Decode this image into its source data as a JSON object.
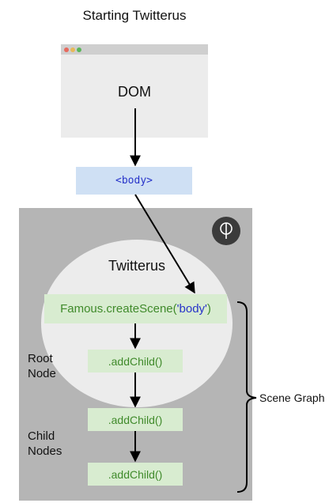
{
  "title": "Starting Twitterus",
  "browser": {
    "label": "DOM"
  },
  "body_tag": "<body>",
  "famous": {
    "logo": "famous-logo-icon",
    "app_name": "Twitterus",
    "create_scene": {
      "prefix": "Famous.createScene(",
      "arg": "'body'",
      "suffix": ")"
    },
    "children": [
      ".addChild()",
      ".addChild()",
      ".addChild()"
    ],
    "root_node_label": "Root\nNode",
    "child_nodes_label": "Child\nNodes"
  },
  "scene_graph_label": "Scene Graph",
  "colors": {
    "dom_background": "#ececec",
    "body_box": "#cfe0f4",
    "code_blue": "#2733c9",
    "famous_panel": "#b5b5b5",
    "node_box": "#d8ecd0",
    "node_text": "#3f8a2a"
  }
}
